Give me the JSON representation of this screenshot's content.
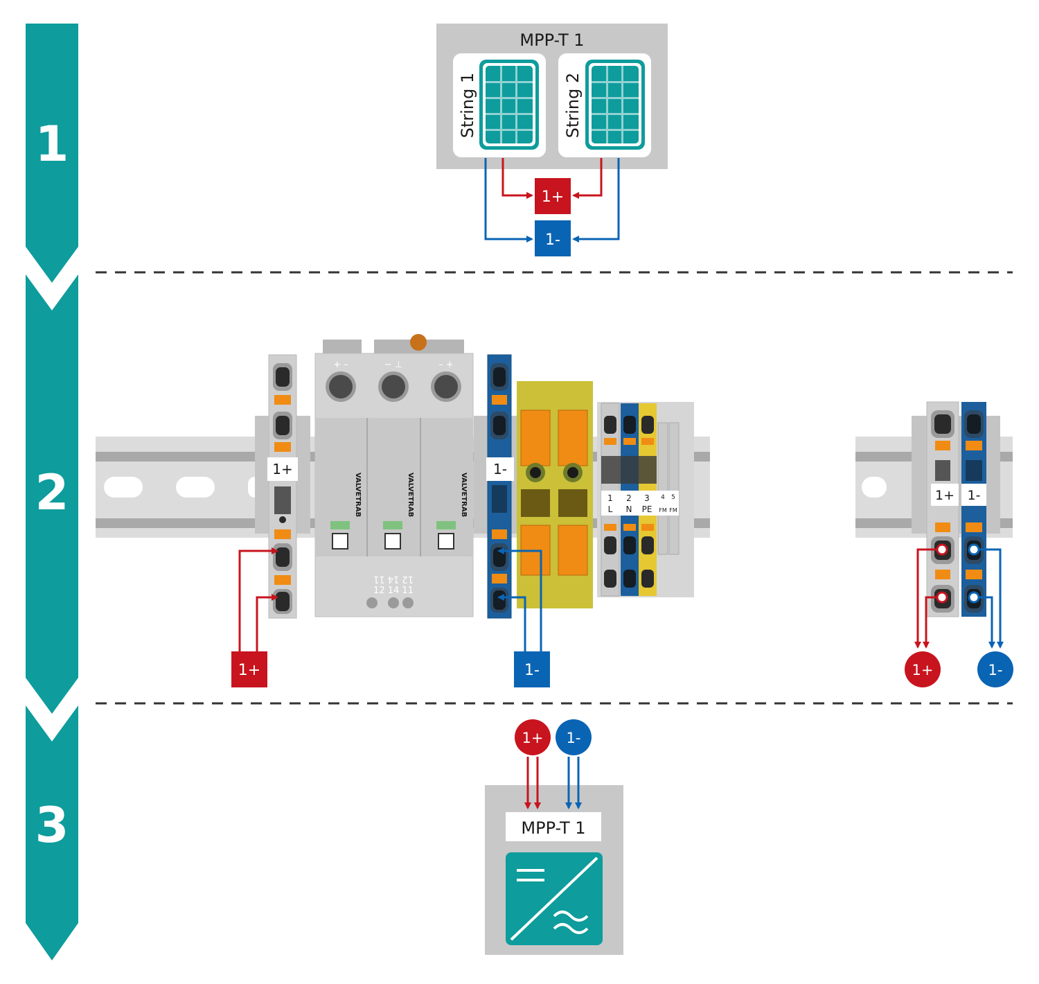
{
  "steps": [
    "1",
    "2",
    "3"
  ],
  "section1": {
    "mpp_title": "MPP-T 1",
    "string1_label": "String 1",
    "string2_label": "String 2",
    "plus_label": "1+",
    "minus_label": "1-"
  },
  "section2": {
    "left_plus_tag": "1+",
    "left_minus_tag": "1-",
    "spd_brand": "VALVETRAB",
    "spd_terminals_mirror": "12 14 11",
    "spd_terminals": "12 14 11",
    "spd_top_marks": [
      "+ –",
      "− ⊥",
      "– +"
    ],
    "terminal_block_labels": [
      {
        "num": "1",
        "name": "L"
      },
      {
        "num": "2",
        "name": "N"
      },
      {
        "num": "3",
        "name": "PE"
      },
      {
        "num": "4",
        "name": "FM"
      },
      {
        "num": "5",
        "name": "FM"
      }
    ],
    "plus_label": "1+",
    "minus_label": "1-",
    "right_plus_tag": "1+",
    "right_minus_tag": "1-",
    "right_plus_circle": "1+",
    "right_minus_circle": "1-"
  },
  "section3": {
    "plus_circle": "1+",
    "minus_circle": "1-",
    "inverter_label": "MPP-T 1"
  },
  "colors": {
    "teal": "#0e9c9c",
    "red": "#c8141e",
    "blue": "#0a64b4",
    "orange": "#f08c14",
    "grey": "#c8c8c8",
    "yellow": "#f0c814"
  }
}
